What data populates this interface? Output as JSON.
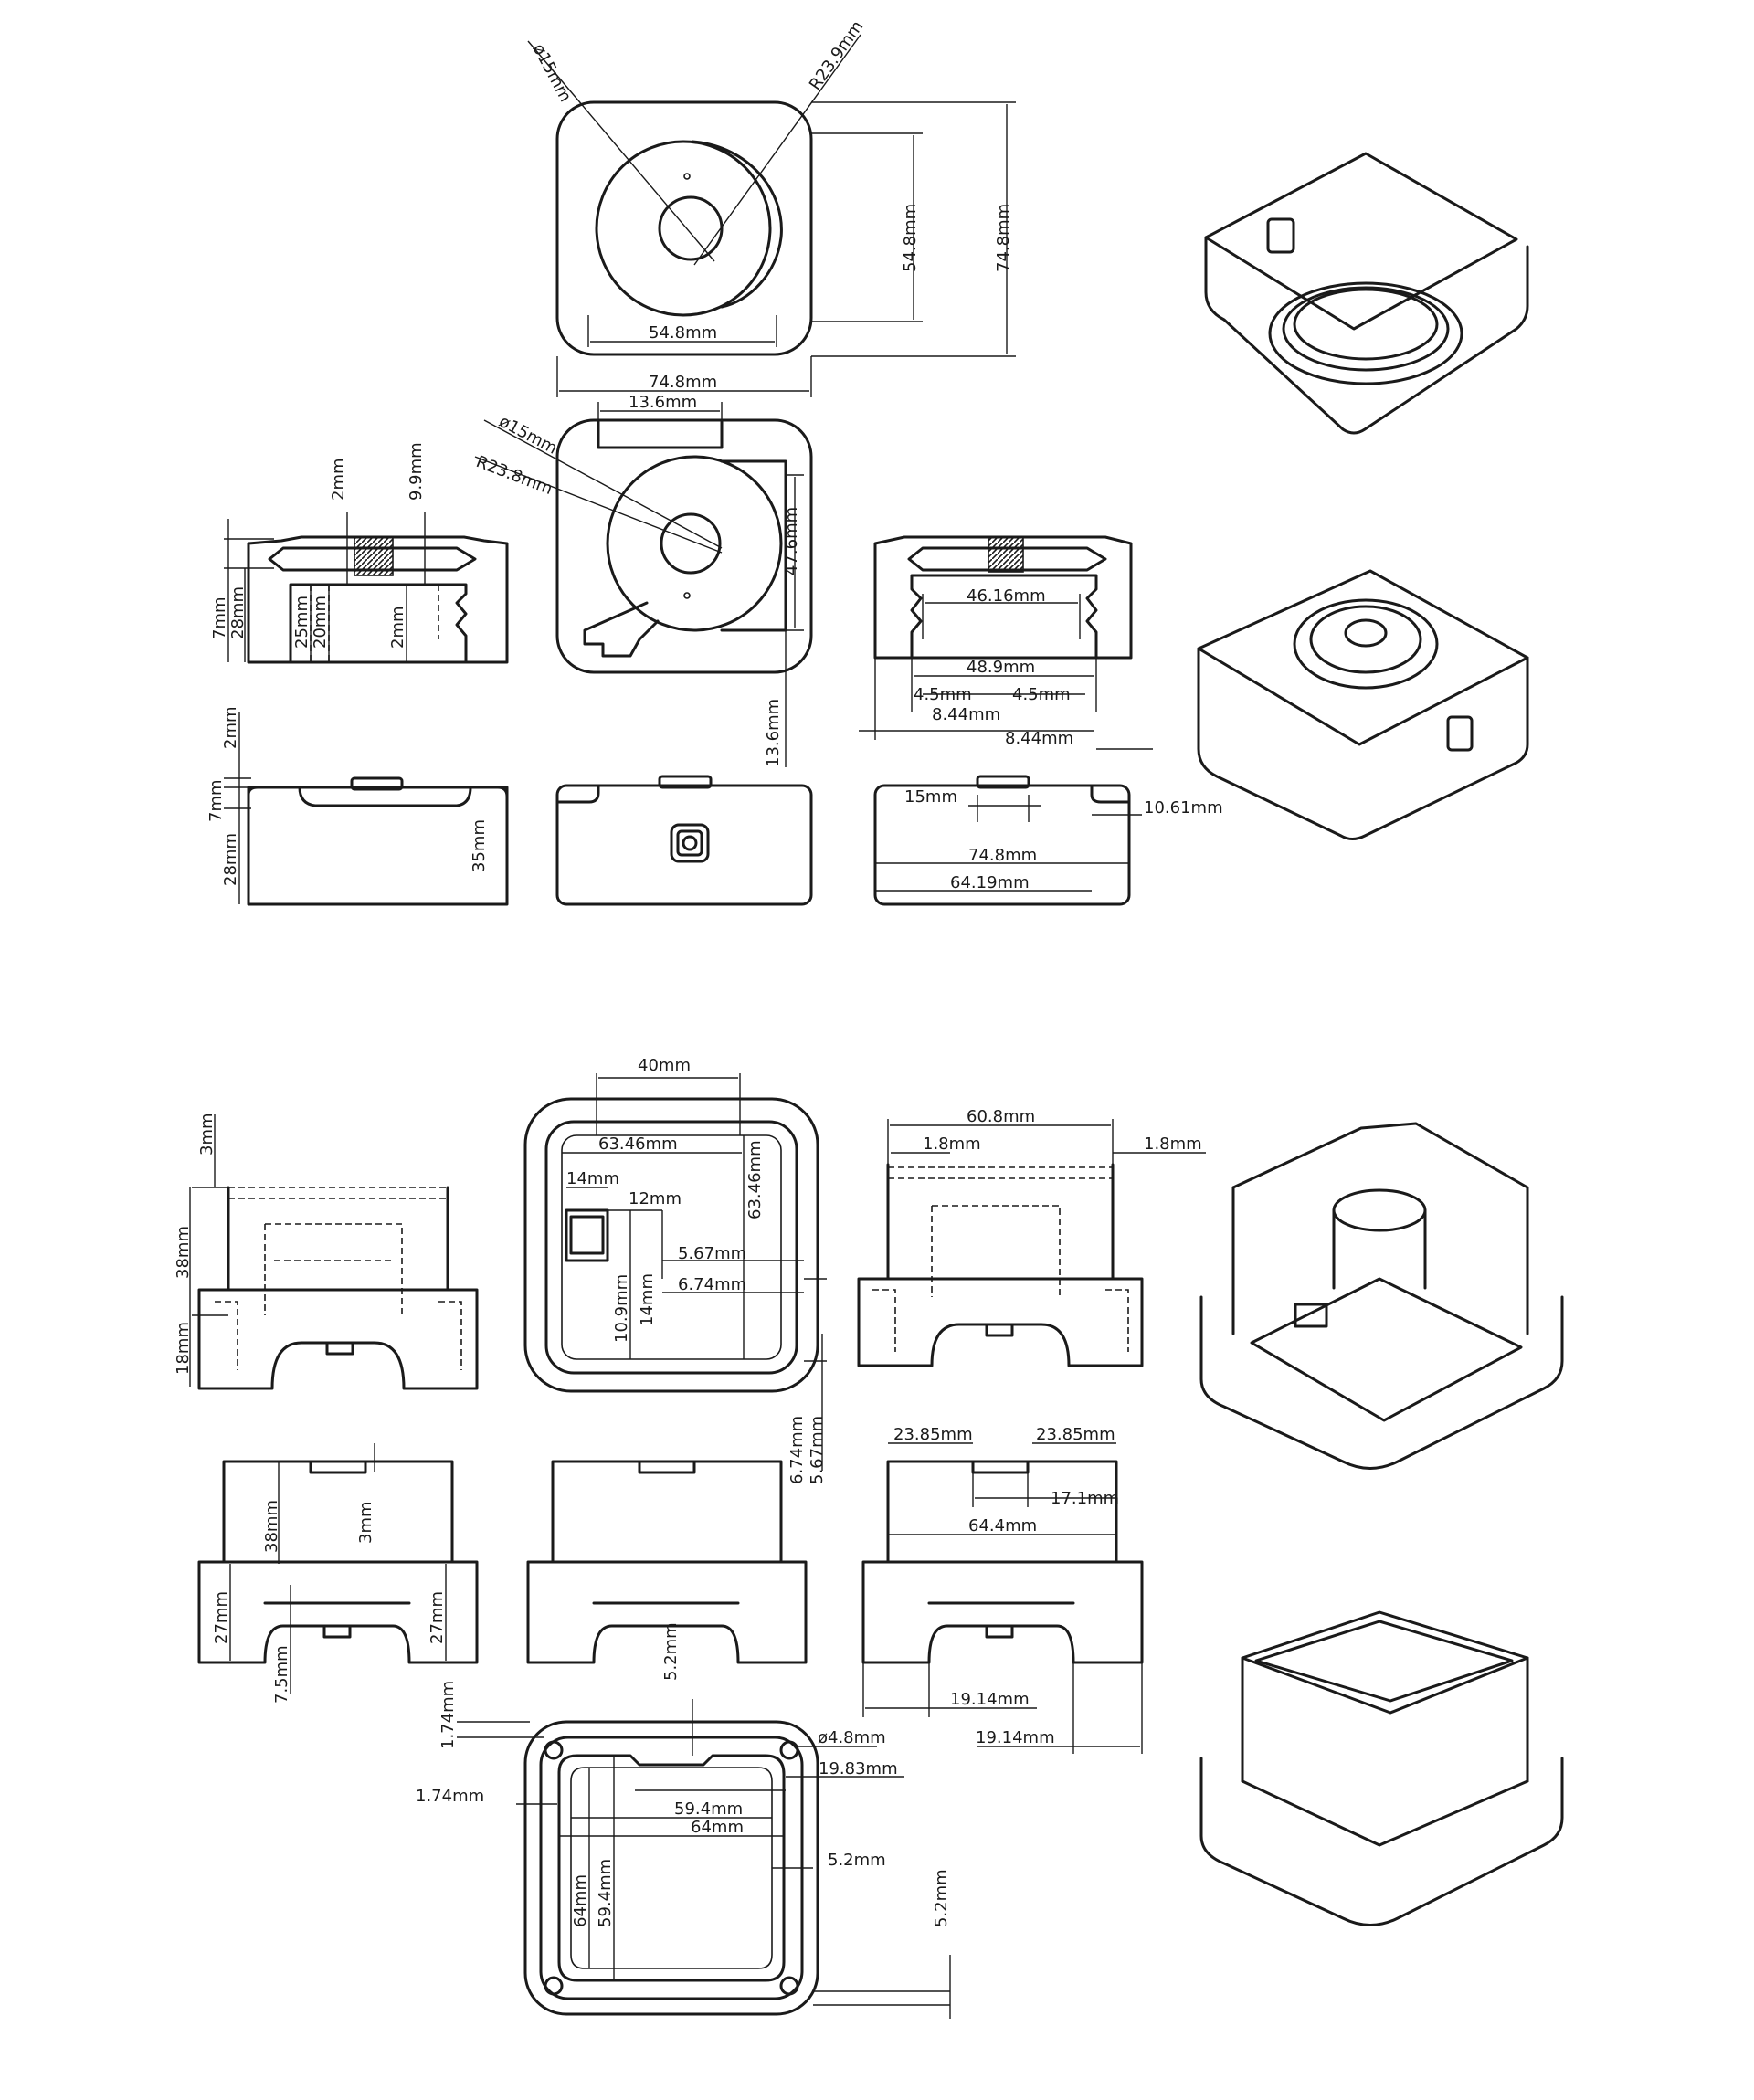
{
  "dimensions": {
    "top_phi15": "ø15mm",
    "top_r239": "R23.9mm",
    "top_548h": "54.8mm",
    "top_748h": "74.8mm",
    "top_548w": "54.8mm",
    "top_748w": "74.8mm",
    "mid_136": "13.6mm",
    "mid_phi15": "ø15mm",
    "mid_r238": "R23.8mm",
    "mid_476": "47.6mm",
    "mid_136v": "13.6mm",
    "left_2mm": "2mm",
    "left_99": "9.9mm",
    "left_7": "7mm",
    "left_28": "28mm",
    "left_25": "25mm",
    "left_20": "20mm",
    "left_2b": "2mm",
    "right_4616": "46.16mm",
    "right_489": "48.9mm",
    "right_45a": "4.5mm",
    "right_45b": "4.5mm",
    "right_844a": "8.44mm",
    "right_844b": "8.44mm",
    "elev_2": "2mm",
    "elev_7": "7mm",
    "elev_28": "28mm",
    "elev_35": "35mm",
    "elev_15": "15mm",
    "elev_1061": "10.61mm",
    "elev_748": "74.8mm",
    "elev_6419": "64.19mm",
    "b_40": "40mm",
    "b_6346w": "63.46mm",
    "b_6346h": "63.46mm",
    "b_14a": "14mm",
    "b_12": "12mm",
    "b_567": "5.67mm",
    "b_674": "6.74mm",
    "b_109": "10.9mm",
    "b_14b": "14mm",
    "b_674v": "6.74mm",
    "b_567v": "5.67mm",
    "bl_3": "3mm",
    "bl_38": "38mm",
    "bl_18": "18mm",
    "br_608": "60.8mm",
    "br_18a": "1.8mm",
    "br_18b": "1.8mm",
    "e2_38": "38mm",
    "e2_3": "3mm",
    "e2_27a": "27mm",
    "e2_27b": "27mm",
    "e2_75": "7.5mm",
    "e2_2385a": "23.85mm",
    "e2_2385b": "23.85mm",
    "e2_171": "17.1mm",
    "e2_644": "64.4mm",
    "e2_1914a": "19.14mm",
    "e2_1914b": "19.14mm",
    "bot_52t": "5.2mm",
    "bot_174v": "1.74mm",
    "bot_phi48": "ø4.8mm",
    "bot_1983": "19.83mm",
    "bot_174h": "1.74mm",
    "bot_594w": "59.4mm",
    "bot_64w": "64mm",
    "bot_52r": "5.2mm",
    "bot_64h": "64mm",
    "bot_594h": "59.4mm",
    "bot_52v": "5.2mm"
  }
}
